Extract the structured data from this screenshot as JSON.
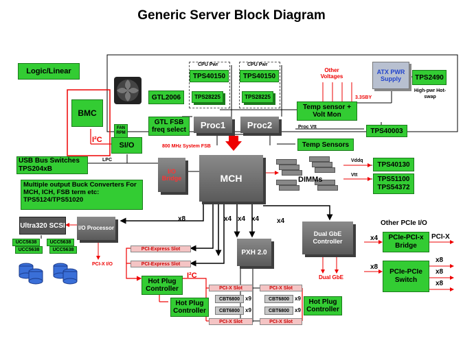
{
  "title": "Generic Server Block Diagram",
  "blocks": {
    "logic_linear": "Logic/Linear",
    "bmc": "BMC",
    "i2c_top": "I²C",
    "fan_rpm": "FAN RPM",
    "sio": "SI/O",
    "gtl2006": "GTL2006",
    "gtl_fsb": "GTL FSB freq select",
    "cpu_pwr_1": "CPU Pwr",
    "cpu_pwr_2": "CPU Pwr",
    "tps40150_1": "TPS40150",
    "tps28225_1": "TPS28225",
    "tps40150_2": "TPS40150",
    "tps28225_2": "TPS28225",
    "proc1": "Proc1",
    "proc2": "Proc2",
    "other_voltages": "Other Voltages",
    "atx_pwr": "ATX PWR Supply",
    "tps2490": "TPS2490",
    "high_pwr": "High-pwr Hot-swap",
    "v33sby": "3.3SBY",
    "temp_sensor_volt": "Temp sensor + Volt Mon",
    "proc_vtt": "Proc Vtt",
    "tps40003": "TPS40003",
    "temp_sensors": "Temp Sensors",
    "fsb": "800 MHz System FSB",
    "usb_switches": "USB Bus Switches TPS204xB",
    "lpc": "LPC",
    "io_bridge": "I/O Bridge",
    "mch": "MCH",
    "dimms": "DIMMs",
    "vddq": "Vddq",
    "vtt": "Vtt",
    "tps40130": "TPS40130",
    "tps51100": "TPS51100 TPS54372",
    "buck": "Multiple output Buck Converters For MCH, ICH, FSB term etc: TPS5124/TPS51020",
    "ultra320": "Ultra320 SCSI",
    "io_processor": "I/O Processor",
    "x8_iop": "x8",
    "x4_a": "x4",
    "x4_b": "x4",
    "x4_c": "x4",
    "x4_d": "x4",
    "ucc5638_1": "UCC5638",
    "ucc5638_2": "UCC5638",
    "ucc5638_3": "UCC5638",
    "ucc5638_4": "UCC5638",
    "pcix_io": "PCI-X I/O",
    "pcie_slot_1": "PCI-Express Slot",
    "pcie_slot_2": "PCI-Express Slot",
    "pxh": "PXH 2.0",
    "dual_gbe": "Dual GbE Controller",
    "dual_gbe_label": "Dual GbE",
    "i2c_bottom": "I²C",
    "hot_plug_1": "Hot Plug Controller",
    "hot_plug_2": "Hot Plug Controller",
    "hot_plug_3": "Hot Plug Controller",
    "pcix_slot_1": "PCI-X Slot",
    "pcix_slot_2": "PCI-X Slot",
    "pcix_slot_3": "PCI-X Slot",
    "pcix_slot_4": "PCI-X Slot",
    "cbt_1": "CBT6800",
    "cbt_2": "CBT6800",
    "cbt_3": "CBT6800",
    "cbt_4": "CBT6800",
    "x9_1": "x9",
    "x9_2": "x9",
    "x9_3": "x9",
    "x9_4": "x9",
    "other_pcie": "Other PCIe I/O",
    "pcie_pcix_bridge": "PCIe-PCI-x Bridge",
    "pcie_pcie_switch": "PCIe-PCIe Switch",
    "x4_bridge": "x4",
    "pcix_out": "PCI-X",
    "x8_switch": "x8",
    "x8_out1": "x8",
    "x8_out2": "x8",
    "x8_out3": "x8"
  },
  "colors": {
    "green": "#33cc33",
    "red": "#ee0000",
    "gray": "#6e6e6e",
    "pink": "#f4c4c4"
  }
}
